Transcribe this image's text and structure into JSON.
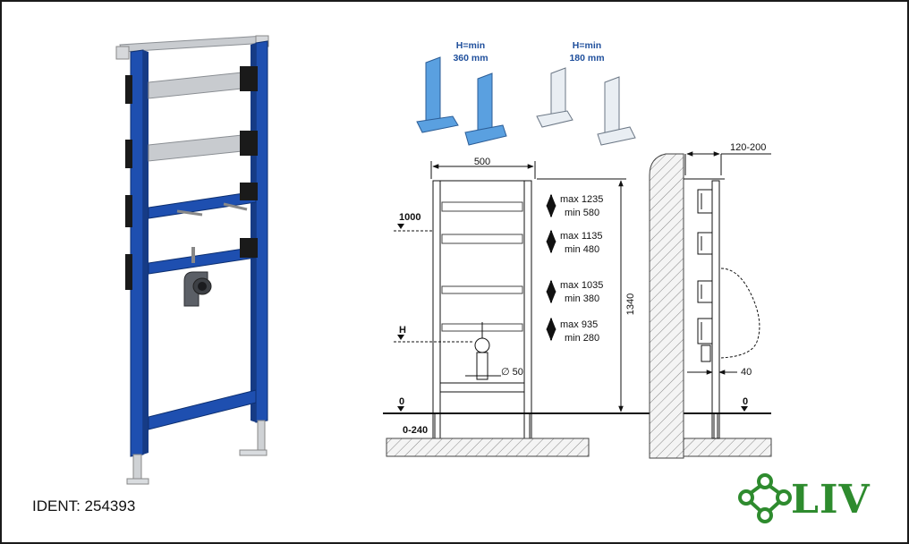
{
  "ident": "IDENT: 254393",
  "brand": {
    "name": "LIV",
    "color": "#2e8b2e"
  },
  "colors": {
    "frame_blue": "#1e4fb0",
    "accent_blue": "#5aa0e0",
    "line": "#111111"
  },
  "feet_labels": {
    "left_line1": "H=min",
    "left_line2": "360 mm",
    "right_line1": "H=min",
    "right_line2": "180 mm"
  },
  "front_view": {
    "width_label": "500",
    "height_label": "1340",
    "level_1000": "1000",
    "level_h": "H",
    "level_0": "0",
    "level_range": "0-240",
    "pipe_label": "∅ 50",
    "adjustments": [
      {
        "max": "max 1235",
        "min": "min 580"
      },
      {
        "max": "max 1135",
        "min": "min 480"
      },
      {
        "max": "max 1035",
        "min": "min 380"
      },
      {
        "max": "max 935",
        "min": "min 280"
      }
    ]
  },
  "side_view": {
    "depth_label": "120-200",
    "offset_label": "40",
    "level_0": "0"
  }
}
